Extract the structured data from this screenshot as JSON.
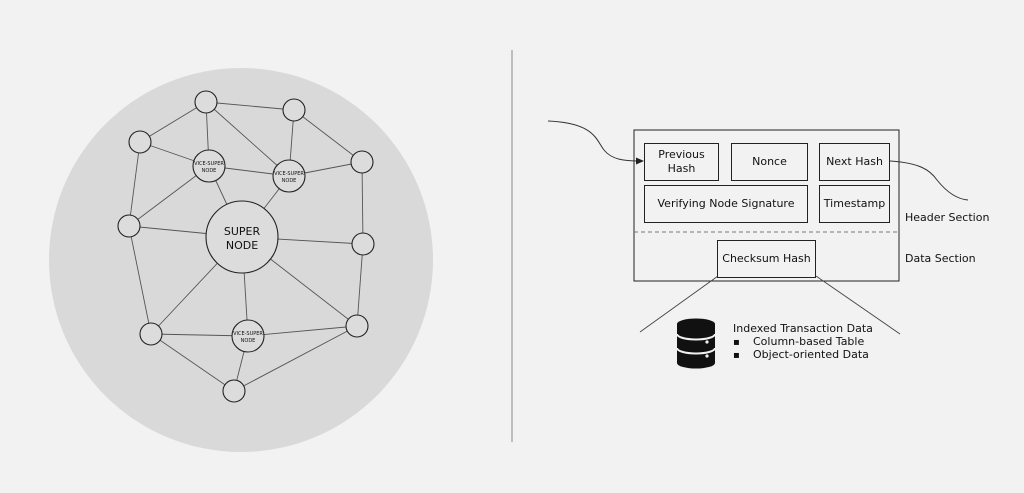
{
  "network": {
    "super_node_line1": "SUPER",
    "super_node_line2": "NODE",
    "vice_super_line1": "VICE-SUPER",
    "vice_super_line2": "NODE"
  },
  "block": {
    "previous_hash_line1": "Previous",
    "previous_hash_line2": "Hash",
    "nonce": "Nonce",
    "next_hash": "Next Hash",
    "verifying_node_signature": "Verifying Node Signature",
    "timestamp": "Timestamp",
    "checksum_hash": "Checksum Hash",
    "header_section": "Header Section",
    "data_section": "Data Section"
  },
  "transaction_data": {
    "title": "Indexed Transaction Data",
    "items": [
      "Column-based Table",
      "Object-oriented Data"
    ]
  },
  "colors": {
    "background": "#f2f2f2",
    "network_disc": "#d9d9d9",
    "stroke": "#222222"
  },
  "icons": [
    "database-icon",
    "arrow-head-icon"
  ]
}
